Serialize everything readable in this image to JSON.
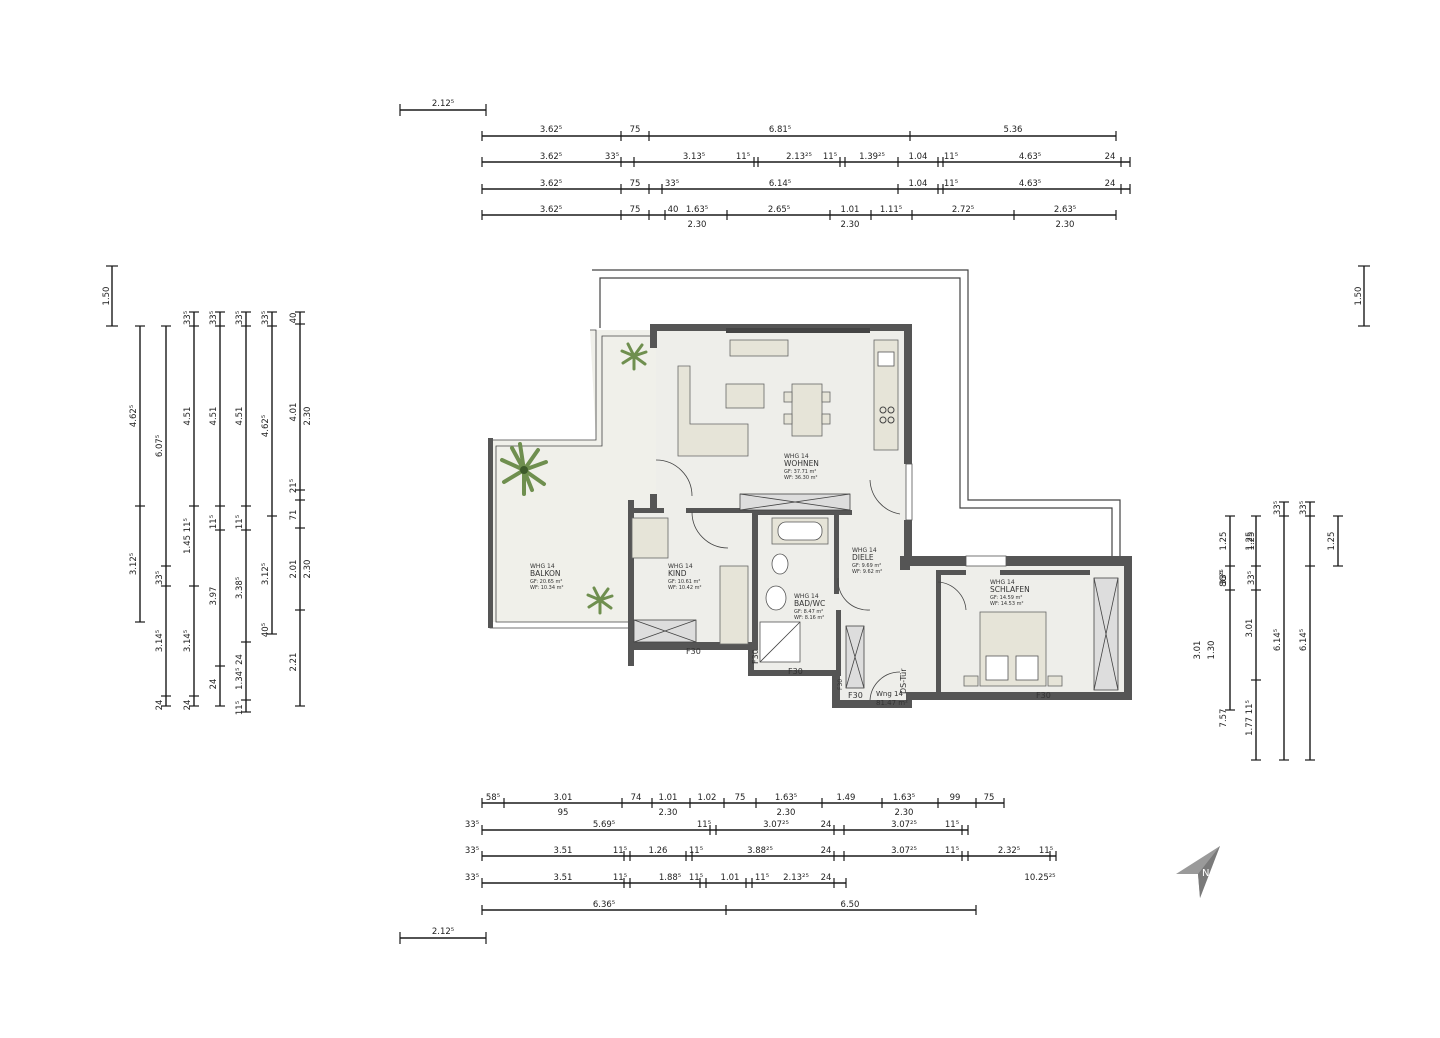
{
  "top_dims": {
    "scale_top": "2.12⁵",
    "row1": [
      "3.62⁵",
      "75",
      "6.81⁵",
      "5.36"
    ],
    "row2": [
      "3.62⁵",
      "33⁵",
      "3.13⁵",
      "11⁵",
      "2.13²⁵",
      "11⁵",
      "1.39²⁵",
      "1.04",
      "11⁵",
      "4.63⁵",
      "24"
    ],
    "row3": [
      "3.62⁵",
      "75",
      "33⁵",
      "6.14⁵",
      "1.04",
      "11⁵",
      "4.63⁵",
      "24"
    ],
    "row4": [
      "3.62⁵",
      "75",
      "40",
      "1.63⁵",
      "2.65⁵",
      "1.01",
      "1.11⁵",
      "2.72⁵",
      "2.63⁵"
    ],
    "row4b": [
      "2.30",
      "2.30",
      "2.30"
    ]
  },
  "left_dims": {
    "far": "1.50",
    "c1": [
      "4.62⁵",
      "3.12⁵",
      "3.14⁵",
      "24"
    ],
    "c2": [
      "6.07⁵",
      "33⁵"
    ],
    "c3": [
      "33⁵",
      "4.51",
      "1.45 11⁵",
      "3.14⁵",
      "24"
    ],
    "c4": [
      "33⁵",
      "4.51",
      "11⁵",
      "3.97",
      "24"
    ],
    "c5": [
      "33⁵",
      "4.51",
      "11⁵",
      "3.38⁵",
      "1.34⁵ 24",
      "11⁵"
    ],
    "c6": [
      "33⁵",
      "4.62⁵",
      "3.12⁵",
      "40⁵"
    ],
    "c7": [
      "40",
      "4.01",
      "21⁵",
      "71",
      "2.01",
      "2.21"
    ],
    "c7b": [
      "2.30",
      "2.30"
    ]
  },
  "right_dims": {
    "far": "1.50",
    "c1": [
      "1.25",
      "86²⁵",
      "3.01",
      "7.57"
    ],
    "c2": [
      "1.25",
      "33⁵",
      "1.30",
      "1.77 11⁵"
    ],
    "c3": [
      "1.25",
      "33⁵",
      "3.01",
      "33⁵"
    ],
    "c4": [
      "6.14⁵"
    ],
    "c5": [
      "33⁵",
      "1.25",
      "6.14⁵"
    ]
  },
  "bottom_dims": {
    "row1": [
      "58⁵",
      "3.01",
      "74",
      "1.01",
      "1.02",
      "75",
      "1.63⁵",
      "1.49",
      "1.63⁵",
      "99",
      "75"
    ],
    "row1b": [
      "95",
      "2.30",
      "2.30",
      "2.30"
    ],
    "row2": [
      "33⁵",
      "5.69⁵",
      "11⁵",
      "3.07²⁵",
      "24",
      "3.07²⁵",
      "11⁵"
    ],
    "row3": [
      "33⁵",
      "3.51",
      "11⁵",
      "1.26",
      "11⁵",
      "3.88²⁵",
      "24",
      "3.07²⁵",
      "11⁵",
      "2.32⁵",
      "11⁵"
    ],
    "row4": [
      "33⁵",
      "3.51",
      "11⁵",
      "1.88⁵",
      "11⁵",
      "1.01",
      "11⁵",
      "2.13²⁵",
      "24",
      "10.25²⁵"
    ],
    "row5": [
      "6.36⁵",
      "6.50"
    ],
    "scale_bottom": "2.12⁵"
  },
  "rooms": {
    "wohnen": {
      "unit": "WHG 14",
      "name": "WOHNEN",
      "gf": "GF: 37.71 m²",
      "wf": "WF: 36.30 m²"
    },
    "balkon": {
      "unit": "WHG 14",
      "name": "BALKON",
      "gf": "GF: 20.65 m²",
      "wf": "WF: 10.34 m²"
    },
    "kind": {
      "unit": "WHG 14",
      "name": "KIND",
      "gf": "GF: 10.61 m²",
      "wf": "WF: 10.42 m²"
    },
    "diele": {
      "unit": "WHG 14",
      "name": "DIELE",
      "gf": "GF: 9.69 m²",
      "wf": "WF: 9.62 m²"
    },
    "bad": {
      "unit": "WHG 14",
      "name": "BAD/WC",
      "gf": "GF: 8.47 m²",
      "wf": "WF: 8.16 m²"
    },
    "schlafen": {
      "unit": "WHG 14",
      "name": "SCHLAFEN",
      "gf": "GF: 14.59 m²",
      "wf": "WF: 14.53 m²"
    }
  },
  "labels": {
    "f30_a": "F30",
    "f30_b": "F30",
    "f30_c": "F30",
    "f30_d": "F30",
    "f30_e": "F30",
    "ds_tuer": "DS-Tür",
    "total_unit": "Wng 14",
    "total_area": "81.47 m²",
    "north": "N"
  },
  "colors": {
    "wall": "#555555",
    "floor": "#eeeeea",
    "plant": "#6f8f4f"
  }
}
